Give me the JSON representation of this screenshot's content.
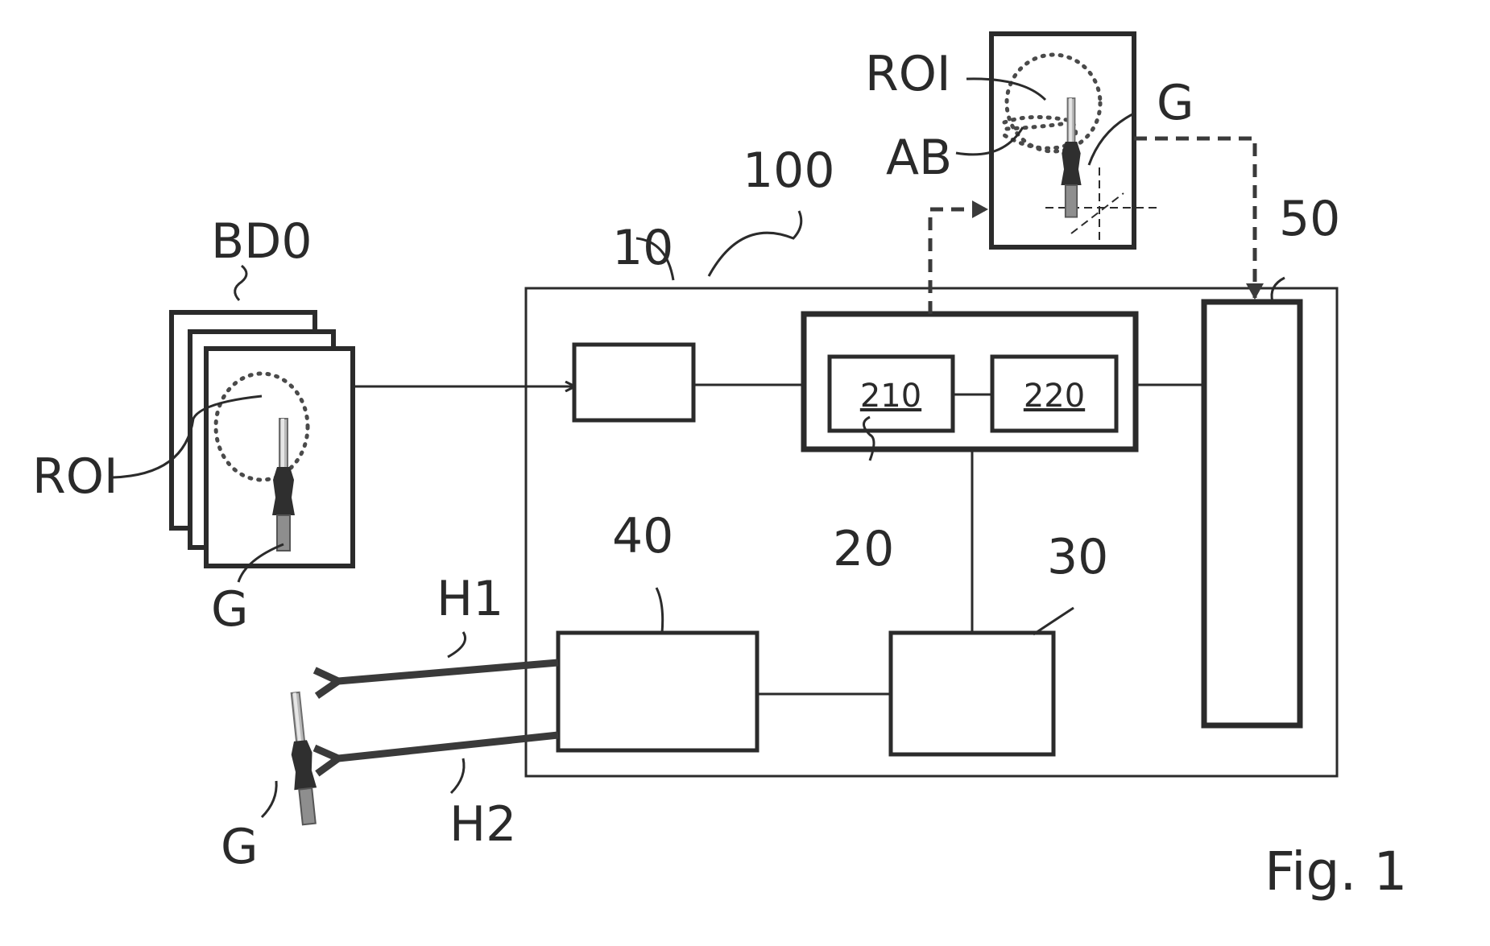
{
  "labels": {
    "bd0": "BD0",
    "roi_left": "ROI",
    "g_left": "G",
    "system": "100",
    "unit_10": "10",
    "unit_20": "20",
    "unit_210": "210",
    "unit_220": "220",
    "unit_30": "30",
    "unit_40": "40",
    "unit_50": "50",
    "roi_top": "ROI",
    "ab_top": "AB",
    "g_top": "G",
    "h1": "H1",
    "h2": "H2",
    "g_bottom": "G",
    "figure": "Fig. 1"
  },
  "icons": {
    "tool": "screwdriver-icon"
  }
}
